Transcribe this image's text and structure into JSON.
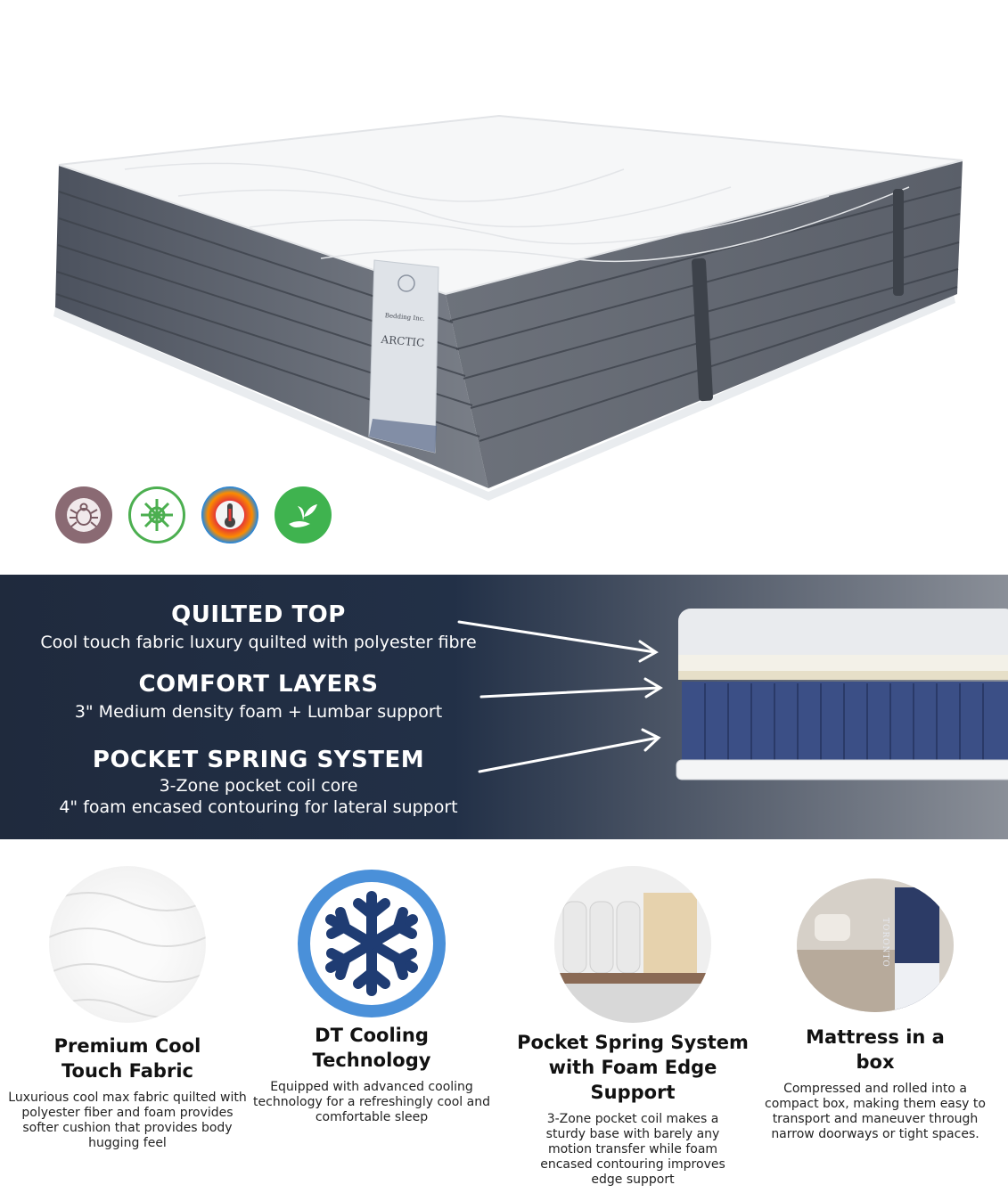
{
  "product": {
    "label_brand": "Bedding Inc.",
    "label_model": "ARCTIC"
  },
  "badges": [
    {
      "icon": "anti-dust-mite-icon",
      "color": "#8a6a73"
    },
    {
      "icon": "breathable-airflow-icon",
      "color": "#4caf50"
    },
    {
      "icon": "temperature-control-icon",
      "color": "#222222"
    },
    {
      "icon": "eco-friendly-plant-icon",
      "color": "#3fb34f"
    }
  ],
  "layers": {
    "quilted_top": {
      "title": "QUILTED TOP",
      "desc": "Cool touch fabric luxury quilted with polyester fibre"
    },
    "comfort_layers": {
      "title": "COMFORT LAYERS",
      "desc": "3\" Medium density foam + Lumbar support"
    },
    "pocket_spring": {
      "title": "POCKET SPRING SYSTEM",
      "desc_line1": "3-Zone pocket coil core",
      "desc_line2": "4\" foam encased contouring for lateral support"
    }
  },
  "features": [
    {
      "title_line1": "Premium Cool",
      "title_line2": "Touch Fabric",
      "desc": "Luxurious cool max fabric quilted with polyester fiber and foam provides softer cushion that provides body hugging feel"
    },
    {
      "title_line1": "DT Cooling",
      "title_line2": "Technology",
      "desc": "Equipped with advanced cooling technology for a refreshingly cool and comfortable sleep"
    },
    {
      "title_line1": "Pocket Spring System",
      "title_line2": "with Foam Edge Support",
      "desc": "3-Zone pocket coil makes a sturdy base with barely any motion transfer while foam encased contouring improves edge support"
    },
    {
      "title_line1": "Mattress in a",
      "title_line2": "box",
      "desc": "Compressed and rolled into a compact box, making them easy to transport and maneuver through narrow doorways or tight spaces.",
      "box_label": "TORONTO"
    }
  ],
  "colors": {
    "band_dark": "#1f2a3d",
    "cooling_blue": "#1f3c73",
    "ring_blue": "#4a90d9"
  }
}
